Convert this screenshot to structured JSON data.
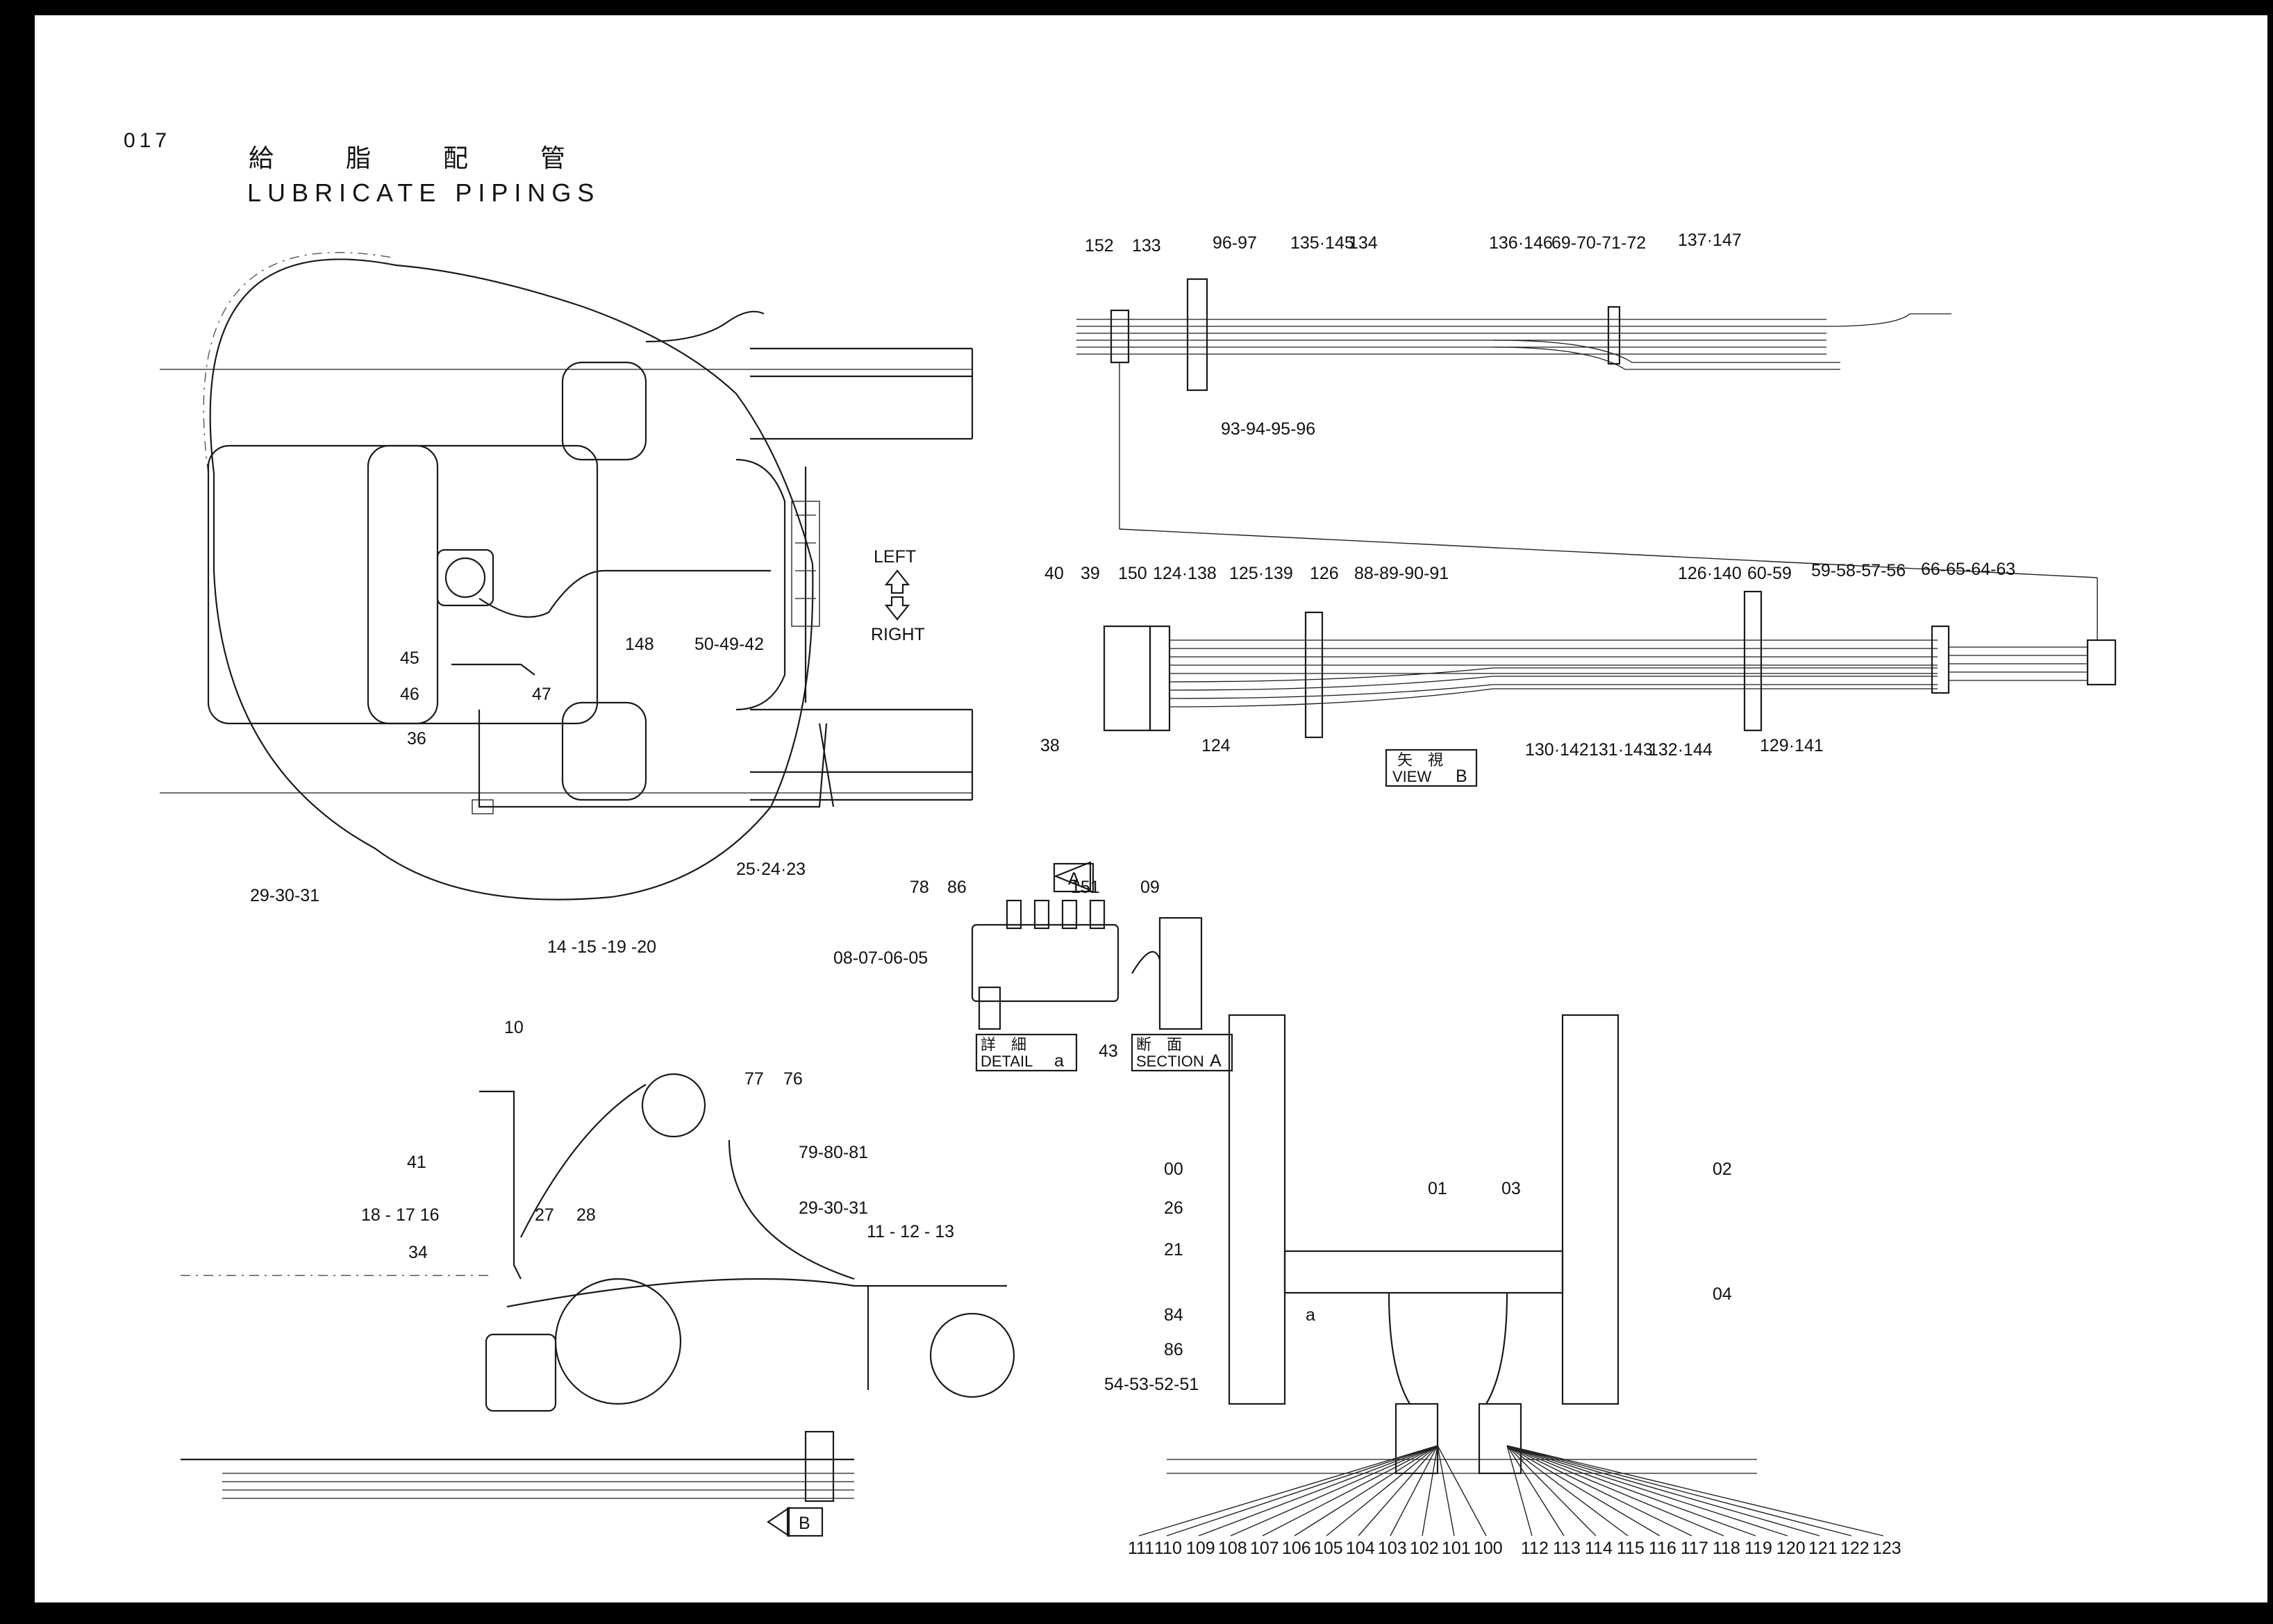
{
  "page": {
    "number": "017",
    "title_jp": "給　脂　配　管",
    "title_en": "LUBRICATE PIPINGS"
  },
  "tags": [
    {
      "id": "view_b",
      "jp": "矢　視",
      "en": "VIEW",
      "letter": "B"
    },
    {
      "id": "detail_a",
      "jp": "詳　細",
      "en": "DETAIL",
      "letter": "a"
    },
    {
      "id": "section_a",
      "jp": "断　面",
      "en": "SECTION",
      "letter": "A"
    }
  ],
  "arrows": {
    "left": "LEFT",
    "right": "RIGHT",
    "flag_a": "A",
    "flag_b": "B"
  },
  "callouts": [
    {
      "id": "c_152",
      "text": "152"
    },
    {
      "id": "c_133",
      "text": "133"
    },
    {
      "id": "c_96_97",
      "text": "96-97"
    },
    {
      "id": "c_135_145",
      "text": "135·145"
    },
    {
      "id": "c_134",
      "text": "134"
    },
    {
      "id": "c_136_146",
      "text": "136·146"
    },
    {
      "id": "c_69_72",
      "text": "69-70-71-72"
    },
    {
      "id": "c_137_147",
      "text": "137·147"
    },
    {
      "id": "c_93_96",
      "text": "93-94-95-96"
    },
    {
      "id": "c_40",
      "text": "40"
    },
    {
      "id": "c_39",
      "text": "39"
    },
    {
      "id": "c_150",
      "text": "150"
    },
    {
      "id": "c_124_138",
      "text": "124·138"
    },
    {
      "id": "c_125_139",
      "text": "125·139"
    },
    {
      "id": "c_126",
      "text": "126"
    },
    {
      "id": "c_88_91",
      "text": "88-89-90-91"
    },
    {
      "id": "c_126_140",
      "text": "126·140"
    },
    {
      "id": "c_60_59",
      "text": "60-59"
    },
    {
      "id": "c_59_56",
      "text": "59-58-57-56"
    },
    {
      "id": "c_66_63",
      "text": "66-65-64-63"
    },
    {
      "id": "c_38",
      "text": "38"
    },
    {
      "id": "c_124",
      "text": "124"
    },
    {
      "id": "c_130_142",
      "text": "130·142"
    },
    {
      "id": "c_131_143",
      "text": "131·143"
    },
    {
      "id": "c_132_144",
      "text": "132·144"
    },
    {
      "id": "c_129_141",
      "text": "129·141"
    },
    {
      "id": "c_45",
      "text": "45"
    },
    {
      "id": "c_46",
      "text": "46"
    },
    {
      "id": "c_47",
      "text": "47"
    },
    {
      "id": "c_148",
      "text": "148"
    },
    {
      "id": "c_50_42",
      "text": "50-49-42"
    },
    {
      "id": "c_36",
      "text": "36"
    },
    {
      "id": "c_25_23",
      "text": "25·24·23"
    },
    {
      "id": "c_29_31_top",
      "text": "29-30-31"
    },
    {
      "id": "c_14_20",
      "text": "14 -15 -19 -20"
    },
    {
      "id": "c_78",
      "text": "78"
    },
    {
      "id": "c_86_top",
      "text": "86"
    },
    {
      "id": "c_151",
      "text": "151"
    },
    {
      "id": "c_09",
      "text": "09"
    },
    {
      "id": "c_08_05",
      "text": "08-07-06-05"
    },
    {
      "id": "c_43",
      "text": "43"
    },
    {
      "id": "c_10",
      "text": "10"
    },
    {
      "id": "c_77",
      "text": "77"
    },
    {
      "id": "c_76",
      "text": "76"
    },
    {
      "id": "c_41",
      "text": "41"
    },
    {
      "id": "c_79_81",
      "text": "79-80-81"
    },
    {
      "id": "c_29_31_bot",
      "text": "29-30-31"
    },
    {
      "id": "c_18_16",
      "text": "18 - 17  16"
    },
    {
      "id": "c_27",
      "text": "27"
    },
    {
      "id": "c_28",
      "text": "28"
    },
    {
      "id": "c_11_13",
      "text": "11 - 12 - 13"
    },
    {
      "id": "c_34",
      "text": "34"
    },
    {
      "id": "c_00",
      "text": "00"
    },
    {
      "id": "c_01",
      "text": "01"
    },
    {
      "id": "c_03",
      "text": "03"
    },
    {
      "id": "c_02",
      "text": "02"
    },
    {
      "id": "c_26",
      "text": "26"
    },
    {
      "id": "c_21",
      "text": "21"
    },
    {
      "id": "c_a_detail",
      "text": "a"
    },
    {
      "id": "c_04",
      "text": "04"
    },
    {
      "id": "c_84",
      "text": "84"
    },
    {
      "id": "c_86_bot",
      "text": "86"
    },
    {
      "id": "c_54_51",
      "text": "54-53-52-51"
    }
  ],
  "bottom_row_left": [
    "111",
    "110",
    "109",
    "108",
    "107",
    "106",
    "105",
    "104",
    "103",
    "102",
    "101",
    "100"
  ],
  "bottom_row_right": [
    "112",
    "113",
    "114",
    "115",
    "116",
    "117",
    "118",
    "119",
    "120",
    "121",
    "122",
    "123"
  ]
}
